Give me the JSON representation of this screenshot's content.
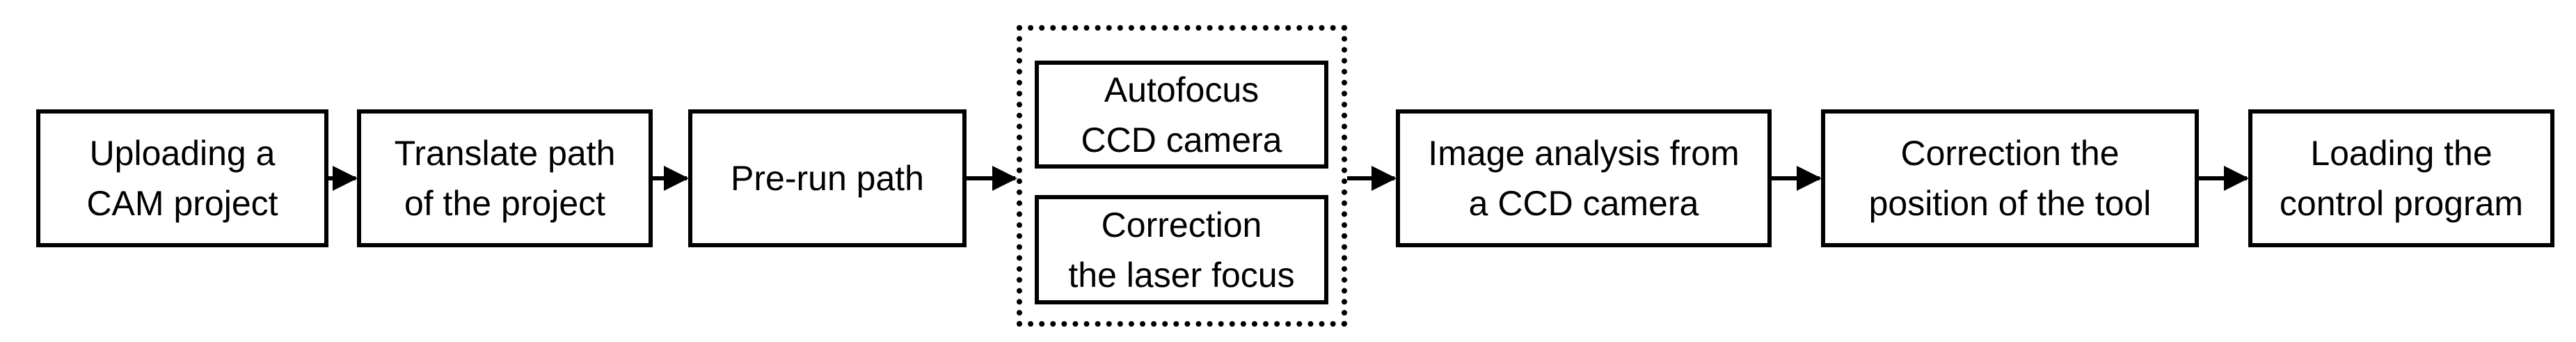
{
  "diagram": {
    "nodes": [
      {
        "id": "upload",
        "lines": [
          "Uploading a",
          "CAM project"
        ]
      },
      {
        "id": "translate",
        "lines": [
          "Translate path",
          "of the project"
        ]
      },
      {
        "id": "prerun",
        "lines": [
          "Pre-run path"
        ]
      },
      {
        "id": "autofocus",
        "lines": [
          "Autofocus",
          "CCD camera"
        ]
      },
      {
        "id": "laser",
        "lines": [
          "Correction",
          "the laser focus"
        ]
      },
      {
        "id": "analysis",
        "lines": [
          "Image analysis from",
          "a CCD camera"
        ]
      },
      {
        "id": "correction",
        "lines": [
          "Correction the",
          "position of the tool"
        ]
      },
      {
        "id": "loading",
        "lines": [
          "Loading the",
          "control program"
        ]
      }
    ],
    "groups": [
      {
        "id": "focus-group",
        "members": [
          "autofocus",
          "laser"
        ]
      }
    ],
    "edges": [
      {
        "from": "upload",
        "to": "translate"
      },
      {
        "from": "translate",
        "to": "prerun"
      },
      {
        "from": "prerun",
        "to": "focus-group"
      },
      {
        "from": "focus-group",
        "to": "analysis"
      },
      {
        "from": "analysis",
        "to": "correction"
      },
      {
        "from": "correction",
        "to": "loading"
      }
    ],
    "colors": {
      "stroke": "#000000",
      "fill": "#ffffff",
      "text": "#000000"
    }
  }
}
